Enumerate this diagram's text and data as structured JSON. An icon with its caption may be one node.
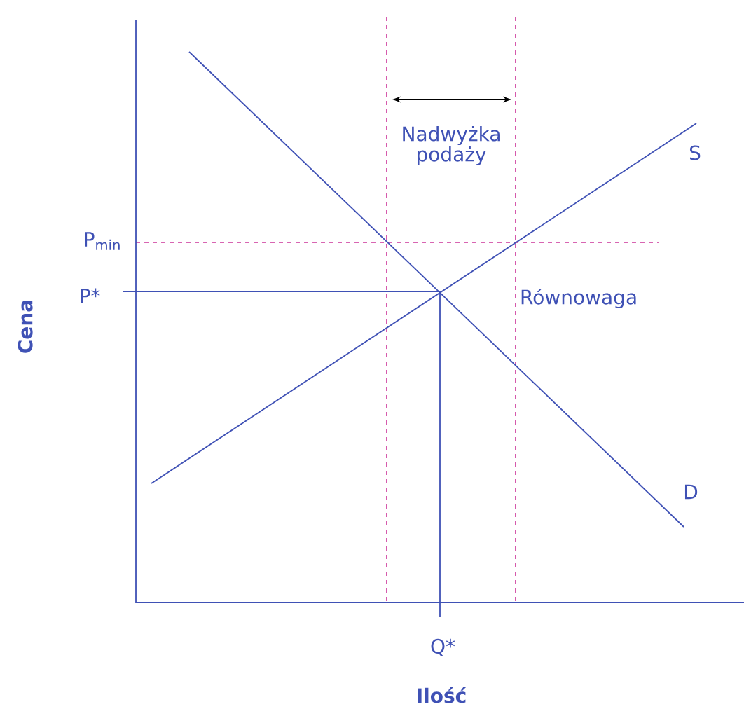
{
  "diagram": {
    "labels": [
      "Nadwyżka podaży",
      "S",
      "P$_{min}$",
      "P*",
      "Równowaga",
      "D",
      "Cena",
      "Q*",
      "Ilość"
    ]
  }
}
